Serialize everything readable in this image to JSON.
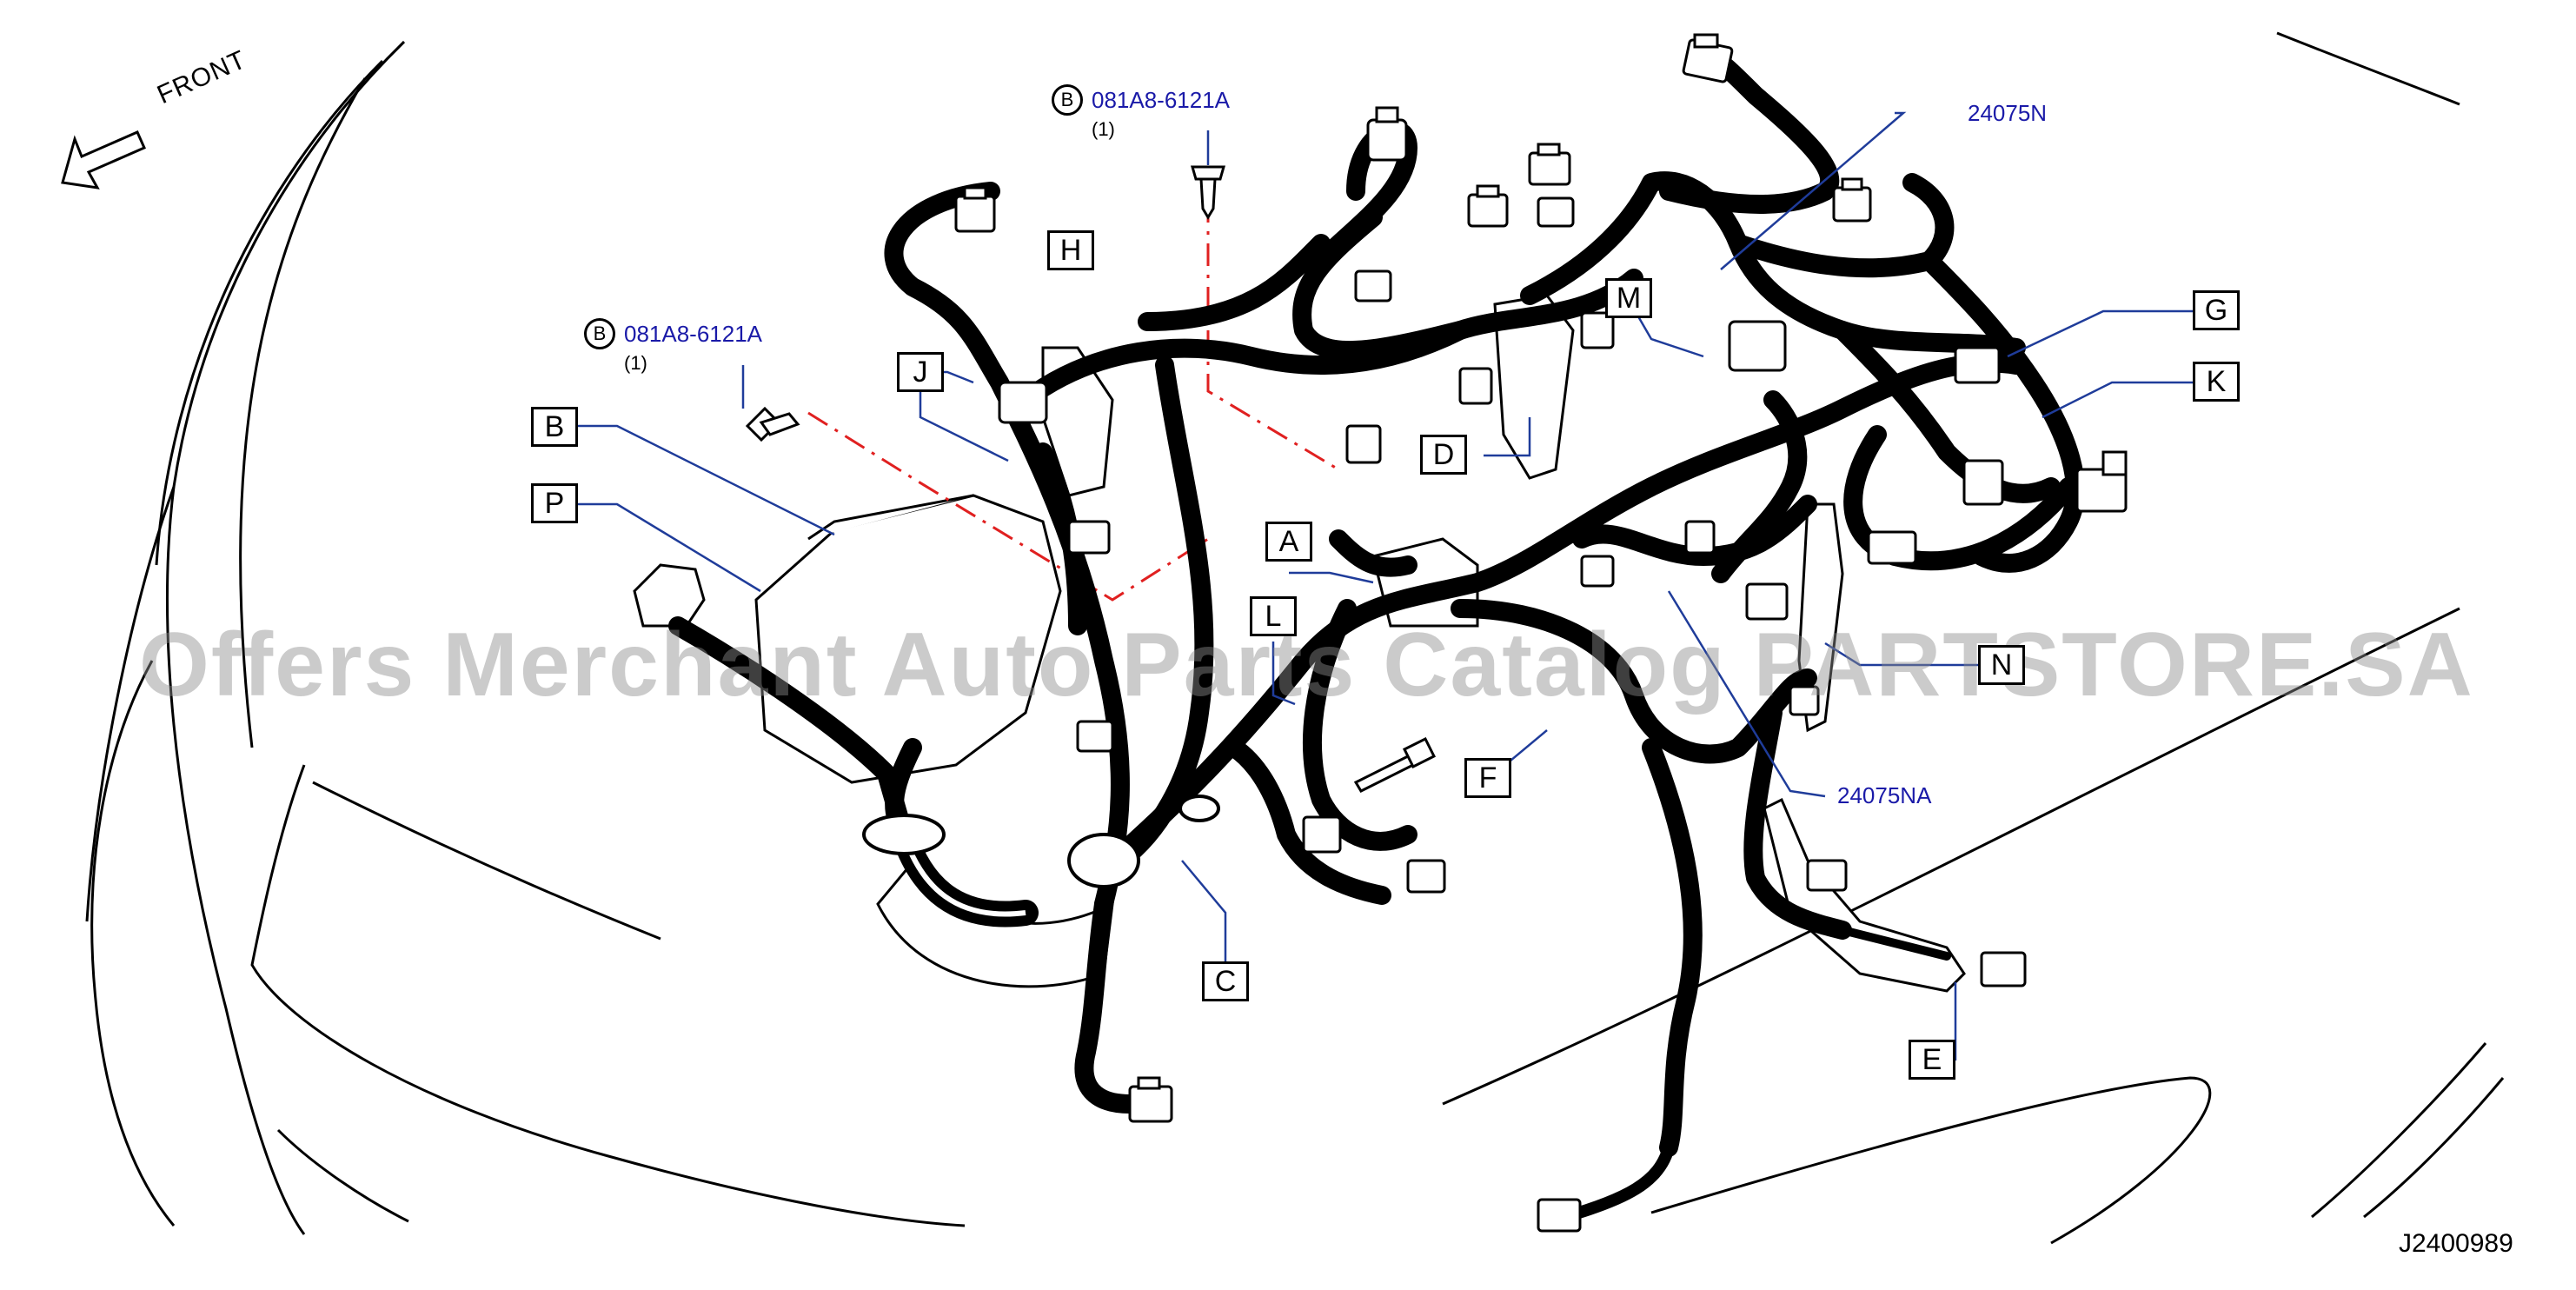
{
  "orientation": {
    "label": "FRONT"
  },
  "bolts": [
    {
      "symbol": "B",
      "part_number": "081A8-6121A",
      "qty": "(1)"
    },
    {
      "symbol": "B",
      "part_number": "081A8-6121A",
      "qty": "(1)"
    }
  ],
  "harness_part_numbers": {
    "main": "24075N",
    "sub": "24075NA"
  },
  "callouts": [
    "A",
    "B",
    "C",
    "D",
    "E",
    "F",
    "G",
    "H",
    "J",
    "K",
    "L",
    "M",
    "N",
    "P"
  ],
  "reference_code": "J2400989",
  "watermark": "Offers Merchant Auto Parts Catalog PARTSTORE.SA",
  "colors": {
    "line": "#000000",
    "part_number": "#1a1aa8",
    "leader_blue": "#1f3c9a",
    "bolt_path": "#e02020",
    "watermark": "#8c8c8c"
  }
}
